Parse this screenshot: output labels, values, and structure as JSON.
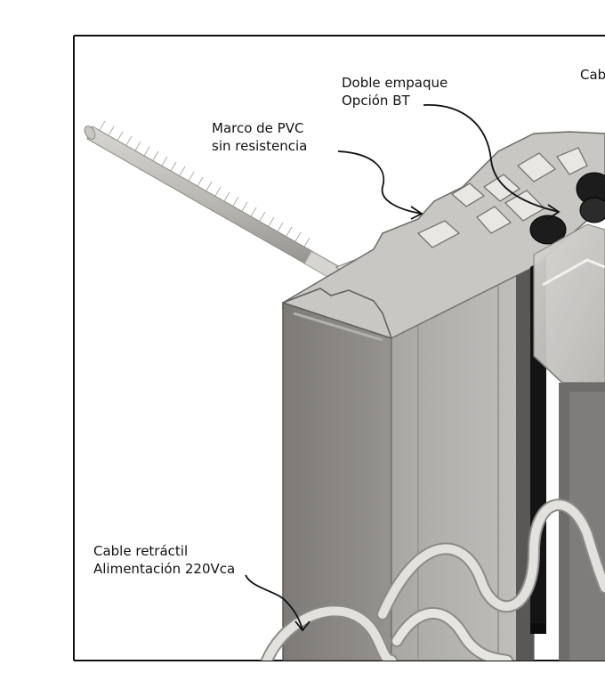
{
  "labels": {
    "marco_line1": "Marco de PVC",
    "marco_line2": "sin resistencia",
    "doble_line1": "Doble empaque",
    "doble_line2": "Opción BT",
    "cab_partial": "Cab",
    "cable_line1": "Cable retráctil",
    "cable_line2": "Alimentación 220Vca"
  },
  "colors": {
    "frame_front": "#8c8988",
    "frame_side": "#a8a6a4",
    "frame_top": "#c9c7c4",
    "gasket": "#1c1c1c",
    "cable": "#dcdcda",
    "rod": "#bebdb8",
    "border": "#111111"
  }
}
